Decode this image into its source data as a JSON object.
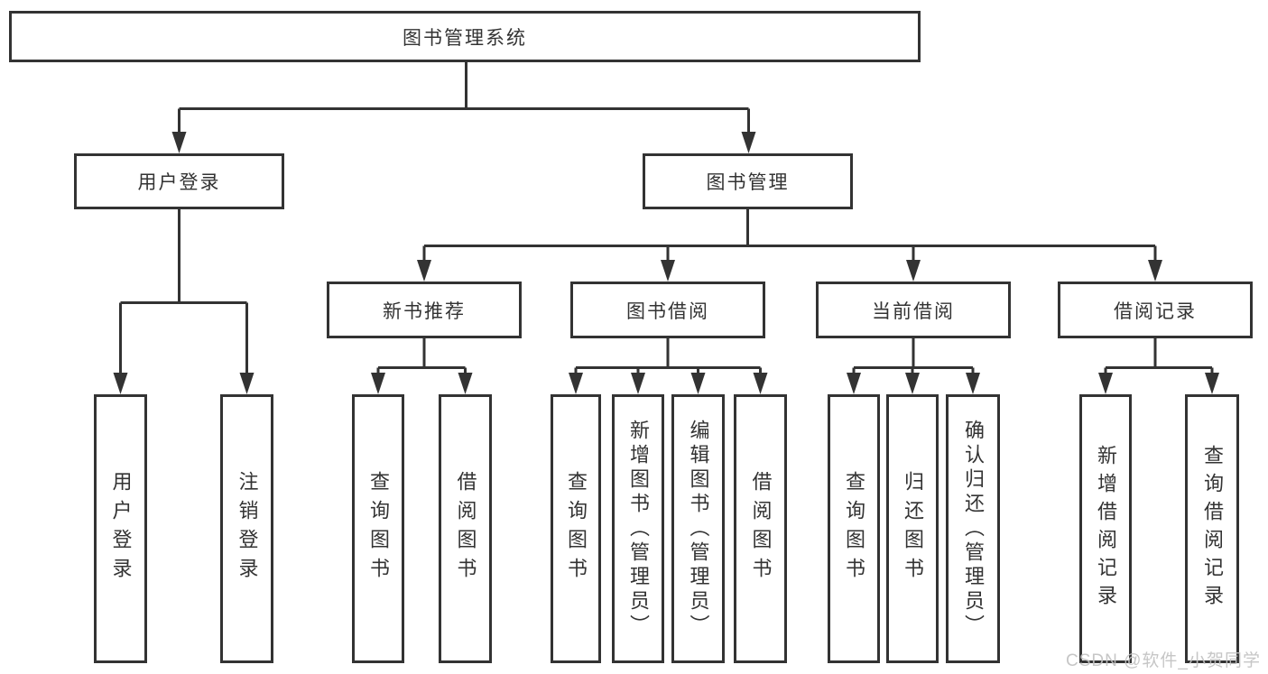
{
  "colors": {
    "background": "#ffffff",
    "line": "#333333",
    "box_border": "#333333",
    "text": "#333333",
    "watermark": "#c1c1c1"
  },
  "tree": {
    "root": {
      "label": "图书管理系统"
    },
    "branches": [
      {
        "label": "用户登录",
        "children": [
          {
            "label": "用户登录"
          },
          {
            "label": "注销登录"
          }
        ]
      },
      {
        "label": "图书管理",
        "children": [
          {
            "label": "新书推荐",
            "children": [
              {
                "label": "查询图书"
              },
              {
                "label": "借阅图书"
              }
            ]
          },
          {
            "label": "图书借阅",
            "children": [
              {
                "label": "查询图书"
              },
              {
                "label": "新增图书（管理员）"
              },
              {
                "label": "编辑图书（管理员）"
              },
              {
                "label": "借阅图书"
              }
            ]
          },
          {
            "label": "当前借阅",
            "children": [
              {
                "label": "查询图书"
              },
              {
                "label": "归还图书"
              },
              {
                "label": "确认归还（管理员）"
              }
            ]
          },
          {
            "label": "借阅记录",
            "children": [
              {
                "label": "新增借阅记录"
              },
              {
                "label": "查询借阅记录"
              }
            ]
          }
        ]
      }
    ]
  },
  "watermark": {
    "text": "CSDN @软件_小贺同学"
  }
}
